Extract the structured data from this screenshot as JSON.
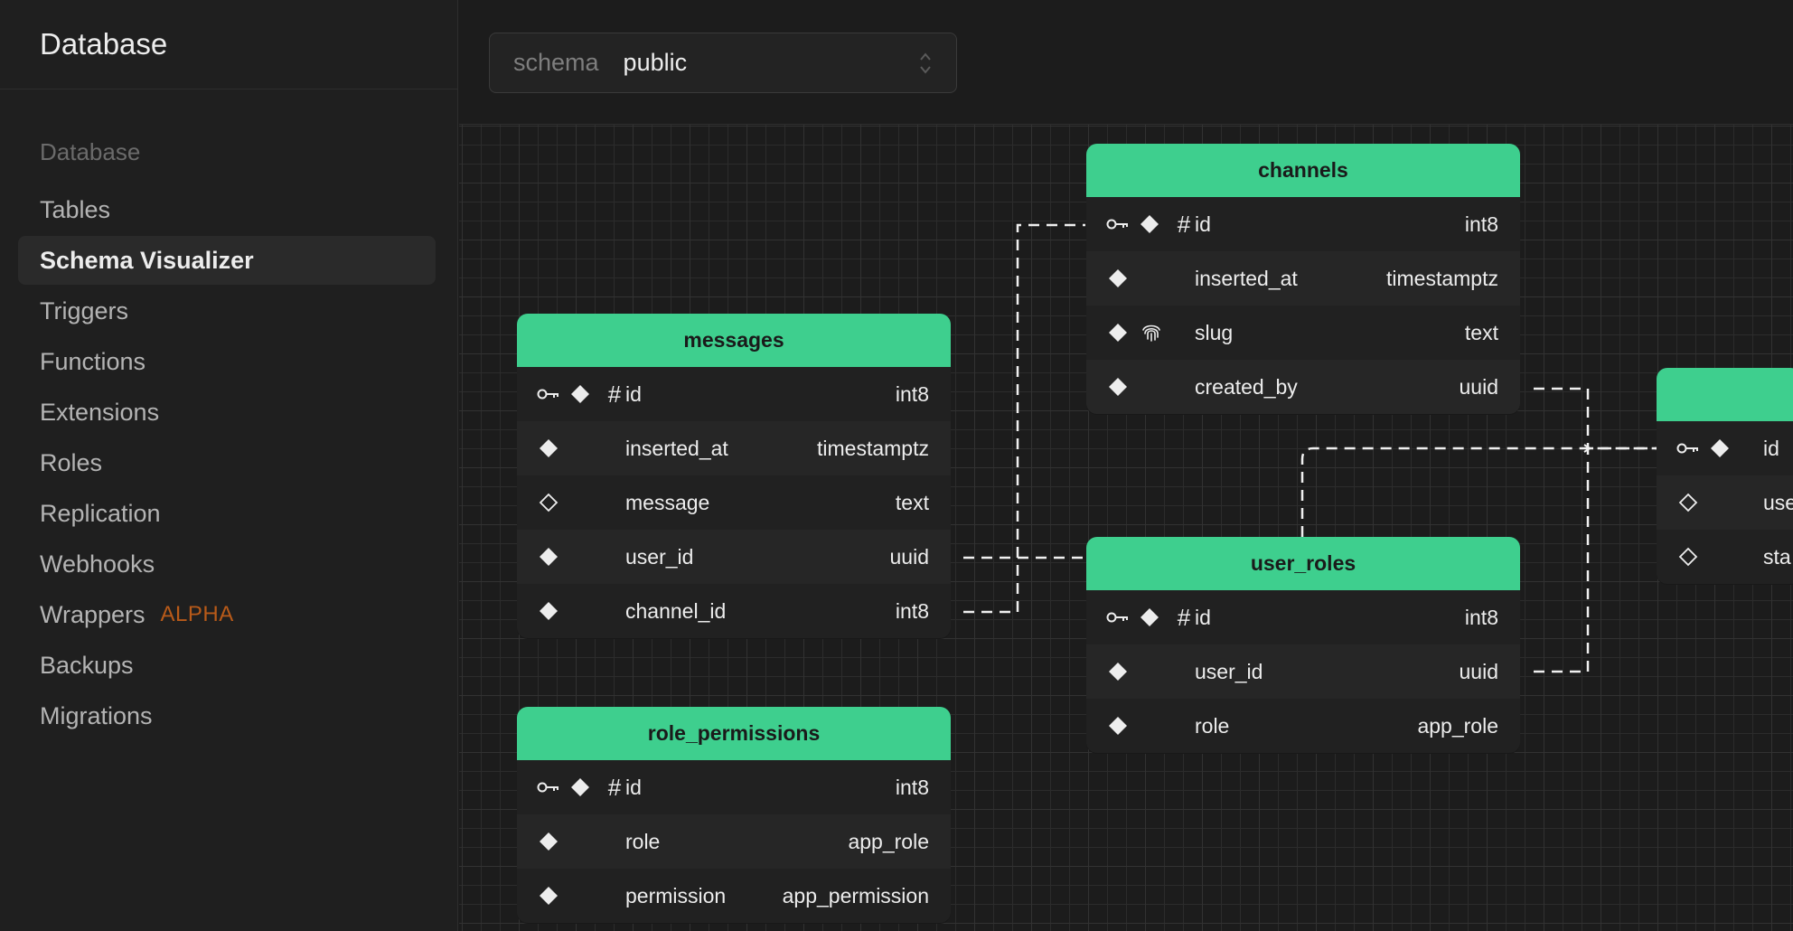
{
  "sidebar": {
    "title": "Database",
    "section_label": "Database",
    "items": [
      {
        "label": "Tables"
      },
      {
        "label": "Schema Visualizer",
        "active": true
      },
      {
        "label": "Triggers"
      },
      {
        "label": "Functions"
      },
      {
        "label": "Extensions"
      },
      {
        "label": "Roles"
      },
      {
        "label": "Replication"
      },
      {
        "label": "Webhooks"
      },
      {
        "label": "Wrappers",
        "badge": "ALPHA"
      },
      {
        "label": "Backups"
      },
      {
        "label": "Migrations"
      }
    ]
  },
  "schema_selector": {
    "label": "schema",
    "value": "public",
    "icon": "chevron-up-down-icon"
  },
  "colors": {
    "accent": "#3ecf8e",
    "badge": "#b85a19",
    "background": "#1c1c1c"
  },
  "tables": {
    "channels": {
      "name": "channels",
      "columns": [
        {
          "name": "id",
          "type": "int8",
          "icons": [
            "key-icon",
            "filled-diamond-icon",
            "hash-icon"
          ]
        },
        {
          "name": "inserted_at",
          "type": "timestamptz",
          "icons": [
            "filled-diamond-icon"
          ]
        },
        {
          "name": "slug",
          "type": "text",
          "icons": [
            "filled-diamond-icon",
            "fingerprint-icon"
          ]
        },
        {
          "name": "created_by",
          "type": "uuid",
          "icons": [
            "filled-diamond-icon"
          ]
        }
      ]
    },
    "messages": {
      "name": "messages",
      "columns": [
        {
          "name": "id",
          "type": "int8",
          "icons": [
            "key-icon",
            "filled-diamond-icon",
            "hash-icon"
          ]
        },
        {
          "name": "inserted_at",
          "type": "timestamptz",
          "icons": [
            "filled-diamond-icon"
          ]
        },
        {
          "name": "message",
          "type": "text",
          "icons": [
            "outline-diamond-icon"
          ]
        },
        {
          "name": "user_id",
          "type": "uuid",
          "icons": [
            "filled-diamond-icon"
          ]
        },
        {
          "name": "channel_id",
          "type": "int8",
          "icons": [
            "filled-diamond-icon"
          ]
        }
      ]
    },
    "user_roles": {
      "name": "user_roles",
      "columns": [
        {
          "name": "id",
          "type": "int8",
          "icons": [
            "key-icon",
            "filled-diamond-icon",
            "hash-icon"
          ]
        },
        {
          "name": "user_id",
          "type": "uuid",
          "icons": [
            "filled-diamond-icon"
          ]
        },
        {
          "name": "role",
          "type": "app_role",
          "icons": [
            "filled-diamond-icon"
          ]
        }
      ]
    },
    "role_permissions": {
      "name": "role_permissions",
      "columns": [
        {
          "name": "id",
          "type": "int8",
          "icons": [
            "key-icon",
            "filled-diamond-icon",
            "hash-icon"
          ]
        },
        {
          "name": "role",
          "type": "app_role",
          "icons": [
            "filled-diamond-icon"
          ]
        },
        {
          "name": "permission",
          "type": "app_permission",
          "icons": [
            "filled-diamond-icon"
          ]
        }
      ]
    },
    "partial_right": {
      "name": "",
      "columns": [
        {
          "name": "id",
          "icons": [
            "key-icon",
            "filled-diamond-icon"
          ]
        },
        {
          "name": "use",
          "icons": [
            "outline-diamond-icon"
          ]
        },
        {
          "name": "sta",
          "icons": [
            "outline-diamond-icon"
          ]
        }
      ]
    }
  }
}
